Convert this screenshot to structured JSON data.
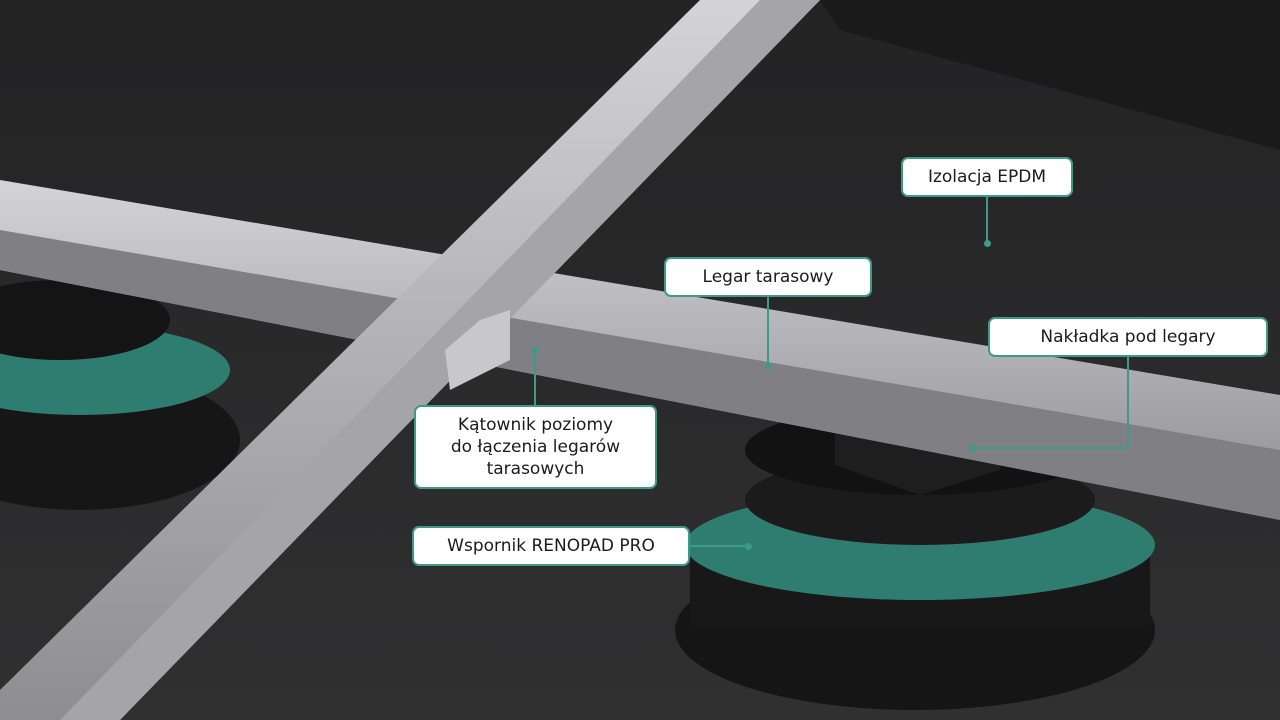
{
  "labels": {
    "insulation": "Izolacja EPDM",
    "joist": "Legar tarasowy",
    "joist_cap": "Nakładka pod legary",
    "bracket_line1": "Kątownik poziomy",
    "bracket_line2": "do łączenia legarów",
    "bracket_line3": "tarasowych",
    "pedestal": "Wspornik RENOPAD PRO"
  },
  "colors": {
    "accent": "#3d9a8b",
    "pedestal_ring": "#2e7d70",
    "rail": "#b9b9bd",
    "membrane": "#2a2a2b"
  }
}
